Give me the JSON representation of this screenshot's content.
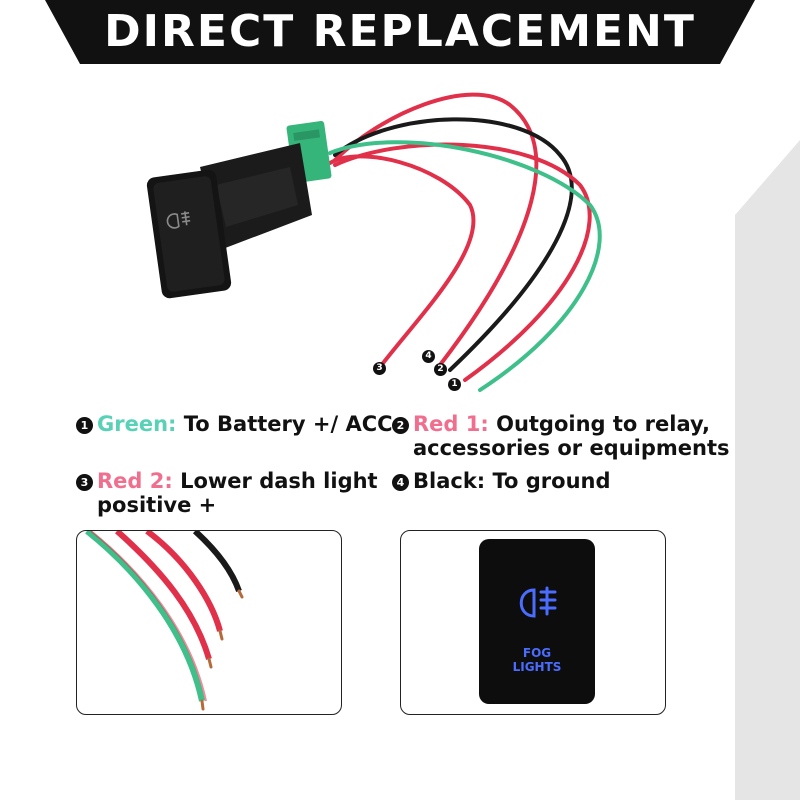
{
  "banner": {
    "title": "DIRECT REPLACEMENT"
  },
  "switch": {
    "label_line1": "FOG",
    "label_line2": "LIGHTS"
  },
  "wire_numbers": [
    "1",
    "2",
    "3",
    "4"
  ],
  "legend": [
    {
      "num": "1",
      "color_label": "Green:",
      "text": "To Battery +/ ACC",
      "text2": ""
    },
    {
      "num": "2",
      "color_label": "Red 1:",
      "text": "Outgoing to relay,",
      "text2": "accessories or equipments"
    },
    {
      "num": "3",
      "color_label": "Red 2:",
      "text": "Lower dash light",
      "text2": "positive +"
    },
    {
      "num": "4",
      "color_label": "Black:",
      "text": "To ground",
      "text2": ""
    }
  ],
  "colors": {
    "green_wire": "#3fbf8a",
    "red_wire": "#e0304a",
    "black_wire": "#1a1a1a",
    "legend_green": "#58d1b6",
    "legend_red": "#f06f8e",
    "switch_glow": "#4a6cff",
    "background_gray": "#e6e6e6"
  }
}
